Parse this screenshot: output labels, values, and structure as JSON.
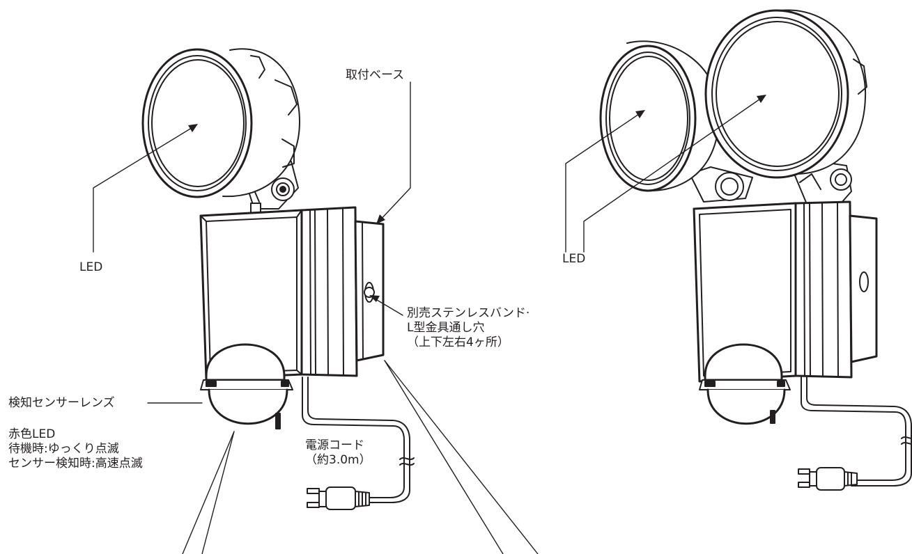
{
  "colors": {
    "ink": "#231f20",
    "background": "#ffffff"
  },
  "labels": {
    "led_left": "LED",
    "led_right": "LED",
    "mount_base": "取付ベース",
    "band_hole": [
      "別売ステンレスバンド·",
      "L型金具通し穴",
      "（上下左右4ヶ所）"
    ],
    "sensor_lens": "検知センサーレンズ",
    "red_led": [
      "赤色LED",
      "待機時:ゆっくり点滅",
      "センサー検知時:高速点滅"
    ],
    "power_cord": [
      "電源コード",
      "（約3.0m）"
    ]
  }
}
